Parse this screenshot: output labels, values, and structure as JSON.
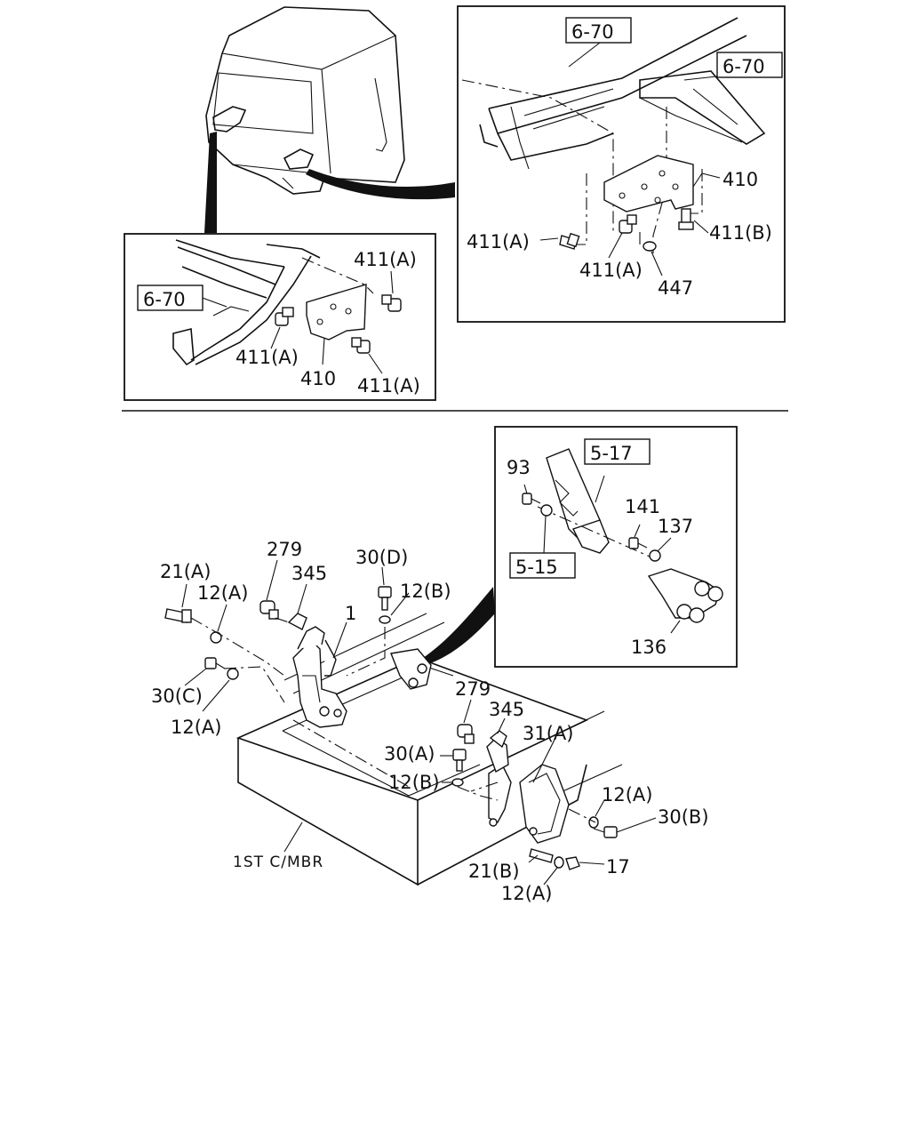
{
  "top_right_panel": {
    "ref_a": "6-70",
    "ref_b": "6-70",
    "lbl_410": "410",
    "lbl_411a_left": "411(A)",
    "lbl_411a_mid": "411(A)",
    "lbl_411b": "411(B)",
    "lbl_447": "447"
  },
  "top_left_panel": {
    "ref_a": "6-70",
    "lbl_411a_top": "411(A)",
    "lbl_411a_left": "411(A)",
    "lbl_410": "410",
    "lbl_411a_bottom": "411(A)"
  },
  "inset_panel": {
    "ref_517": "5-17",
    "ref_515": "5-15",
    "lbl_93": "93",
    "lbl_141": "141",
    "lbl_137": "137",
    "lbl_136": "136"
  },
  "main_assembly": {
    "lbl_21a": "21(A)",
    "lbl_12a_1": "12(A)",
    "lbl_279_1": "279",
    "lbl_345_1": "345",
    "lbl_30d": "30(D)",
    "lbl_12b_1": "12(B)",
    "lbl_1": "1",
    "lbl_30c": "30(C)",
    "lbl_12a_2": "12(A)",
    "lbl_279_2": "279",
    "lbl_345_2": "345",
    "lbl_31a": "31(A)",
    "lbl_30a": "30(A)",
    "lbl_12b_2": "12(B)",
    "lbl_12a_3": "12(A)",
    "lbl_30b": "30(B)",
    "lbl_21b": "21(B)",
    "lbl_17": "17",
    "lbl_12a_4": "12(A)",
    "lbl_crossmember": "1ST C/MBR"
  }
}
